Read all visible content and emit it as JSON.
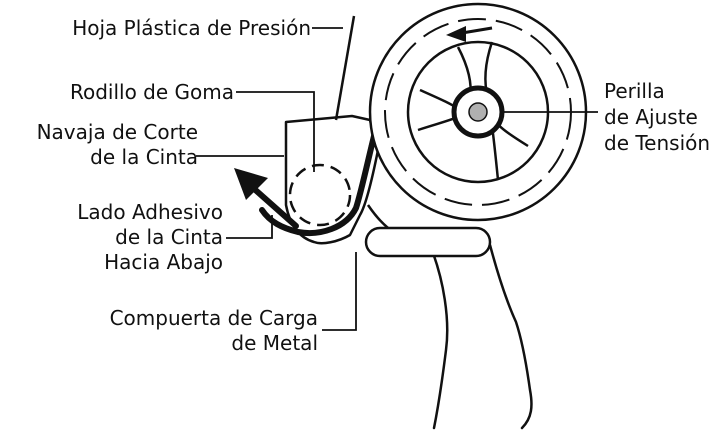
{
  "labels": {
    "hoja": "Hoja Plástica de Presión",
    "rodillo": "Rodillo de Goma",
    "navaja_1": "Navaja de Corte",
    "navaja_2": "de la Cinta",
    "lado_1": "Lado Adhesivo",
    "lado_2": "de la Cinta",
    "lado_3": "Hacia Abajo",
    "compuerta_1": "Compuerta de Carga",
    "compuerta_2": "de Metal",
    "perilla_1": "Perilla",
    "perilla_2": "de Ajuste",
    "perilla_3": "de Tensión"
  },
  "colors": {
    "stroke": "#111111",
    "knob_fill": "#b0b0b0",
    "background": "#ffffff"
  },
  "icons": {
    "direction_arrow": "arrow-left-icon",
    "tape_arrow": "arrow-up-left-icon"
  }
}
